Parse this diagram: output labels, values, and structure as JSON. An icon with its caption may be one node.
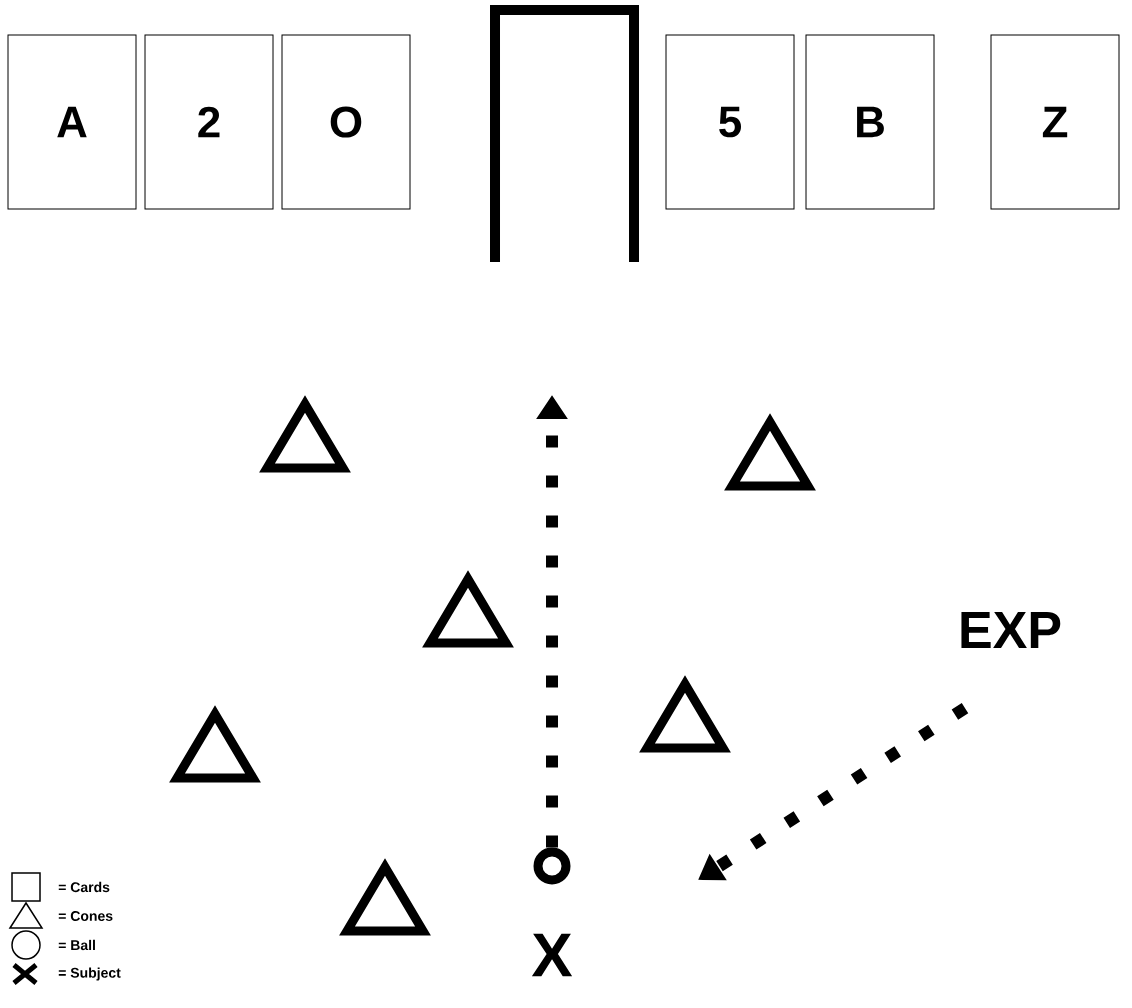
{
  "diagram": {
    "nodes": [
      {
        "text": [
          "A"
        ]
      },
      {
        "text": [
          "2"
        ]
      },
      {
        "text": [
          "O"
        ]
      },
      {
        "text": [
          "5"
        ]
      },
      {
        "text": [
          "B"
        ]
      },
      {
        "text": [
          "Z"
        ]
      },
      {
        "text": [],
        "shape": "circle"
      },
      {
        "text": [
          "EXP"
        ]
      }
    ],
    "edges": [
      {
        "from": 6,
        "to": null,
        "arrow": "to",
        "style": "dashed"
      },
      {
        "from": 7,
        "to": null,
        "arrow": "to",
        "style": "dashed"
      }
    ],
    "labels": [
      "X"
    ],
    "legend": [
      {
        "text": "= Cards"
      },
      {
        "text": "= Cones"
      },
      {
        "text": "= Ball"
      },
      {
        "text": "= Subject"
      }
    ]
  }
}
